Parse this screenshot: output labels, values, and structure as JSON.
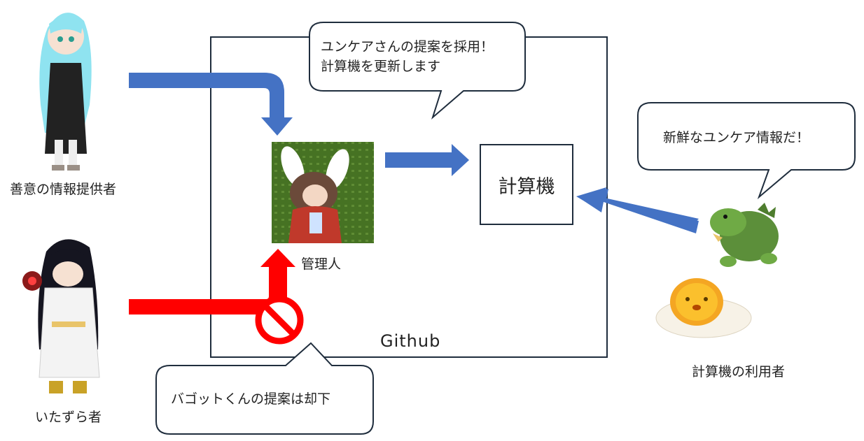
{
  "container": {
    "label": "Github"
  },
  "nodes": {
    "provider": "善意の情報提供者",
    "prankster": "いたずら者",
    "admin": "管理人",
    "calculator": "計算機",
    "users": "計算機の利用者"
  },
  "bubbles": {
    "admin_adopt": {
      "line1": "ユンケアさんの提案を採用！",
      "line2": "計算機を更新します"
    },
    "users_say": "新鮮なユンケア情報だ！",
    "reject": "バゴットくんの提案は却下"
  },
  "colors": {
    "accept_arrow": "#4472c4",
    "reject_arrow": "#ff0000",
    "border": "#1f2d3d"
  },
  "icons": [
    "provider-character-icon",
    "prankster-character-icon",
    "admin-avatar-icon",
    "dragon-character-icon",
    "egg-character-icon",
    "prohibited-icon"
  ]
}
